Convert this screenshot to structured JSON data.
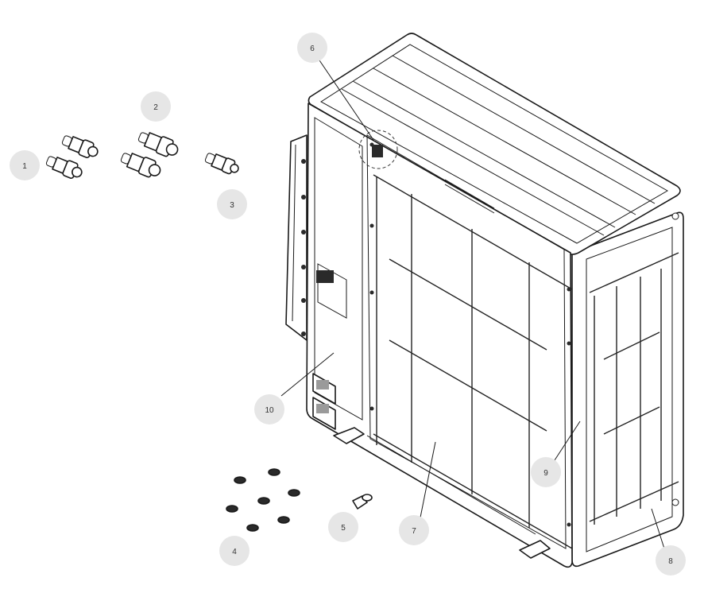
{
  "callouts": [
    {
      "id": "1",
      "label": "1"
    },
    {
      "id": "2",
      "label": "2"
    },
    {
      "id": "3",
      "label": "3"
    },
    {
      "id": "4",
      "label": "4"
    },
    {
      "id": "5",
      "label": "5"
    },
    {
      "id": "6",
      "label": "6"
    },
    {
      "id": "7",
      "label": "7"
    },
    {
      "id": "8",
      "label": "8"
    },
    {
      "id": "9",
      "label": "9"
    },
    {
      "id": "10",
      "label": "10"
    }
  ],
  "colors": {
    "callout_bg": "#e6e6e6",
    "line": "#1a1a1a",
    "background": "#ffffff"
  }
}
